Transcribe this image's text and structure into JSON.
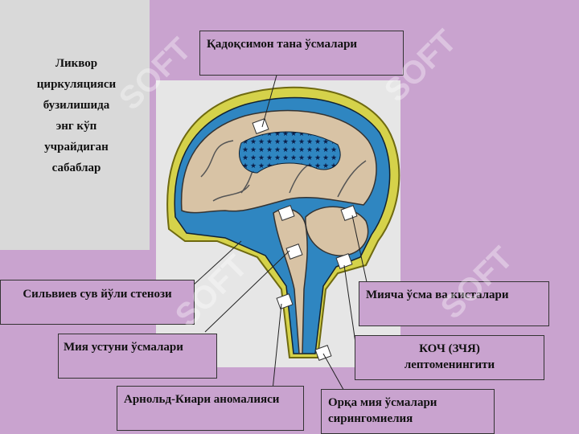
{
  "title": [
    "Ликвор",
    "циркуляцияси",
    "бузилишида",
    "энг кўп",
    "учрайдиган",
    "сабаблар"
  ],
  "labels": {
    "corpus_callosum": "Қадоқсимон тана ўсмалари",
    "sylvian": "Сильвиев сув йўли стенози",
    "brainstem": "Мия устуни ўсмалари",
    "arnold_chiari": "Арнольд-Киари аномалияси",
    "cerebellum": "Мияча ўсма ва кисталари",
    "leptomeningitis_line1": "КОЧ (ЗЧЯ)",
    "leptomeningitis_line2": "лептоменингити",
    "spinal": "Орқа мия ўсмалари сирингомиелия"
  },
  "watermark": "SOFT",
  "colors": {
    "background": "#c9a3cf",
    "panel": "#d9d9d9",
    "csf": "#2f86c1",
    "brain": "#d8c3a5",
    "meninges": "#d5d24a"
  }
}
